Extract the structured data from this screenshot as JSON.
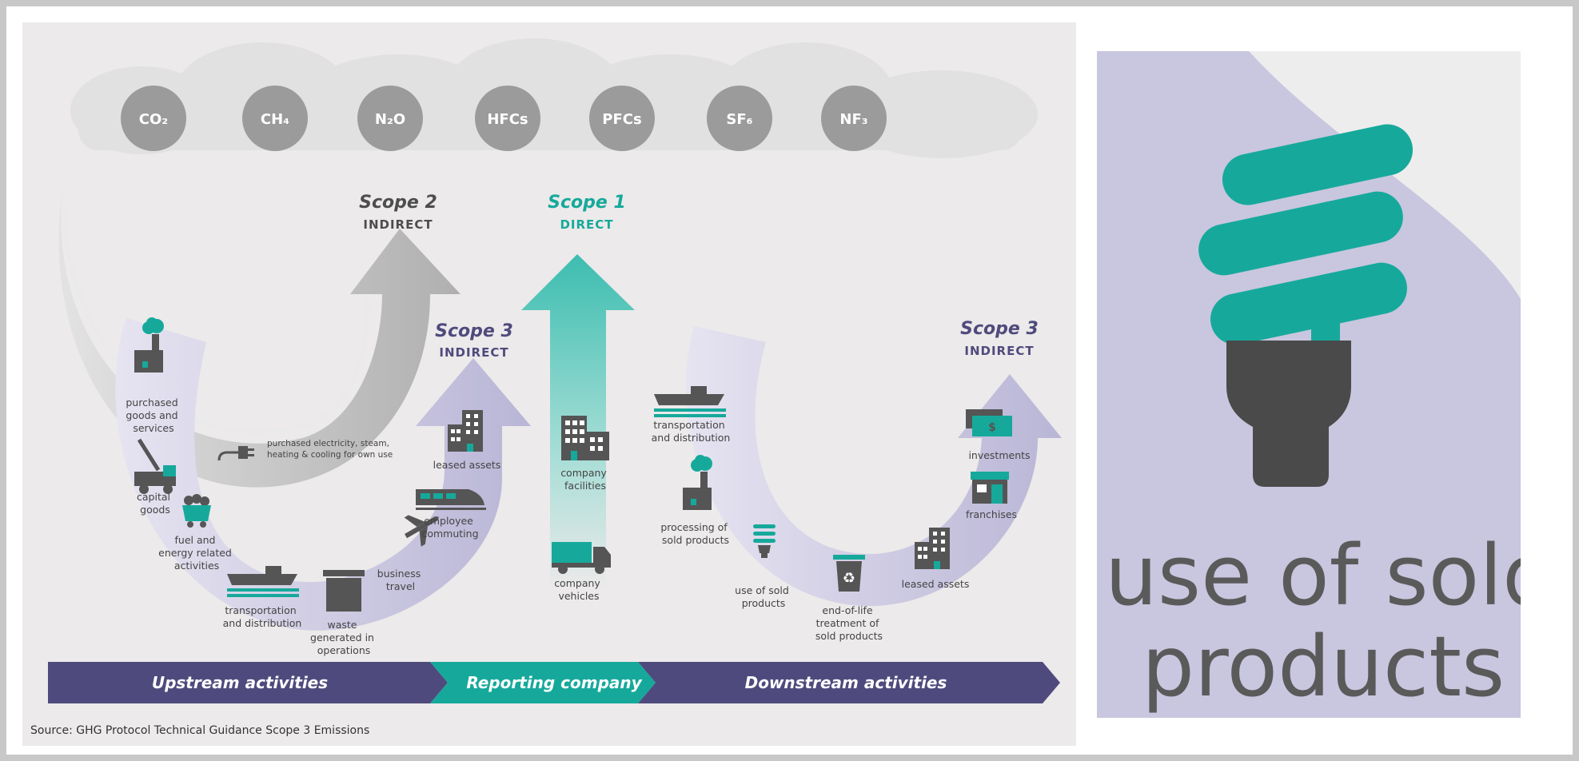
{
  "gases": [
    "CO₂",
    "CH₄",
    "N₂O",
    "HFCs",
    "PFCs",
    "SF₆",
    "NF₃"
  ],
  "scope2": {
    "title": "Scope 2",
    "subtitle": "INDIRECT"
  },
  "scope1": {
    "title": "Scope 1",
    "subtitle": "DIRECT"
  },
  "scope3_upstream": {
    "title": "Scope 3",
    "subtitle": "INDIRECT"
  },
  "scope3_downstream": {
    "title": "Scope 3",
    "subtitle": "INDIRECT"
  },
  "scope2_item": [
    "purchased electricity, steam,",
    "heating & cooling for own use"
  ],
  "upstream_items": {
    "purchased_goods": [
      "purchased",
      "goods and",
      "services"
    ],
    "capital_goods": [
      "capital",
      "goods"
    ],
    "fuel_energy": [
      "fuel and",
      "energy related",
      "activities"
    ],
    "transport": [
      "transportation",
      "and distribution"
    ],
    "waste": [
      "waste",
      "generated in",
      "operations"
    ],
    "business_travel": [
      "business",
      "travel"
    ],
    "employee_commuting": [
      "employee",
      "commuting"
    ],
    "leased_assets": [
      "leased assets"
    ]
  },
  "reporting_items": {
    "facilities": [
      "company",
      "facilities"
    ],
    "vehicles": [
      "company",
      "vehicles"
    ]
  },
  "downstream_items": {
    "transport": [
      "transportation",
      "and distribution"
    ],
    "processing": [
      "processing of",
      "sold products"
    ],
    "use": [
      "use of sold",
      "products"
    ],
    "end_of_life": [
      "end-of-life",
      "treatment of",
      "sold products"
    ],
    "leased_assets": [
      "leased assets"
    ],
    "franchises": [
      "franchises"
    ],
    "investments": [
      "investments"
    ]
  },
  "band": {
    "upstream": "Upstream activities",
    "reporting": "Reporting company",
    "downstream": "Downstream activities"
  },
  "source": "Source: GHG Protocol Technical Guidance Scope 3 Emissions",
  "card": {
    "line1": "use of sold",
    "line2": "products"
  },
  "colors": {
    "teal": "#16a99b",
    "purple": "#4f4a7d",
    "grey": "#a3a3a3",
    "light_purple": "#c9c6df",
    "dark": "#555555"
  }
}
